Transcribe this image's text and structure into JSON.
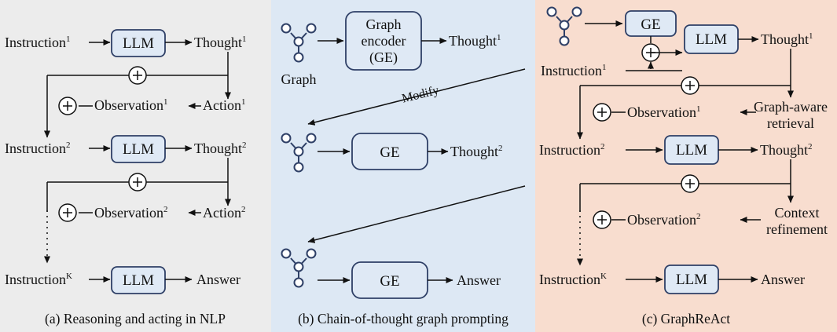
{
  "colors": {
    "panel_a_bg": "#ececec",
    "panel_b_bg": "#dde8f4",
    "panel_c_bg": "#f8ddcf",
    "box_fill": "#dfe9f5",
    "box_stroke": "#2e3f66",
    "line": "#111111"
  },
  "panel_a": {
    "caption": "(a) Reasoning and acting in NLP",
    "instruction1": "Instruction",
    "instruction1_sup": "1",
    "instruction2": "Instruction",
    "instruction2_sup": "2",
    "instructionK": "Instruction",
    "instructionK_sup": "K",
    "llm": "LLM",
    "thought1": "Thought",
    "thought1_sup": "1",
    "thought2": "Thought",
    "thought2_sup": "2",
    "observation1": "Observation",
    "observation1_sup": "1",
    "observation2": "Observation",
    "observation2_sup": "2",
    "action1": "Action",
    "action1_sup": "1",
    "action2": "Action",
    "action2_sup": "2",
    "answer": "Answer"
  },
  "panel_b": {
    "caption": "(b) Chain-of-thought graph prompting",
    "graph_label": "Graph",
    "encoder_line1": "Graph",
    "encoder_line2": "encoder",
    "encoder_line3": "(GE)",
    "ge": "GE",
    "thought1": "Thought",
    "thought1_sup": "1",
    "thought2": "Thought",
    "thought2_sup": "2",
    "modify": "Modify",
    "answer": "Answer"
  },
  "panel_c": {
    "caption": "(c) GraphReAct",
    "ge": "GE",
    "llm": "LLM",
    "instruction1": "Instruction",
    "instruction1_sup": "1",
    "instruction2": "Instruction",
    "instruction2_sup": "2",
    "instructionK": "Instruction",
    "instructionK_sup": "K",
    "thought1": "Thought",
    "thought1_sup": "1",
    "thought2": "Thought",
    "thought2_sup": "2",
    "observation1": "Observation",
    "observation1_sup": "1",
    "observation2": "Observation",
    "observation2_sup": "2",
    "retrieval_line1": "Graph-aware",
    "retrieval_line2": "retrieval",
    "refine_line1": "Context",
    "refine_line2": "refinement",
    "answer": "Answer"
  },
  "icons": {
    "plus": "circled-plus-icon",
    "graph": "graph-icon"
  }
}
